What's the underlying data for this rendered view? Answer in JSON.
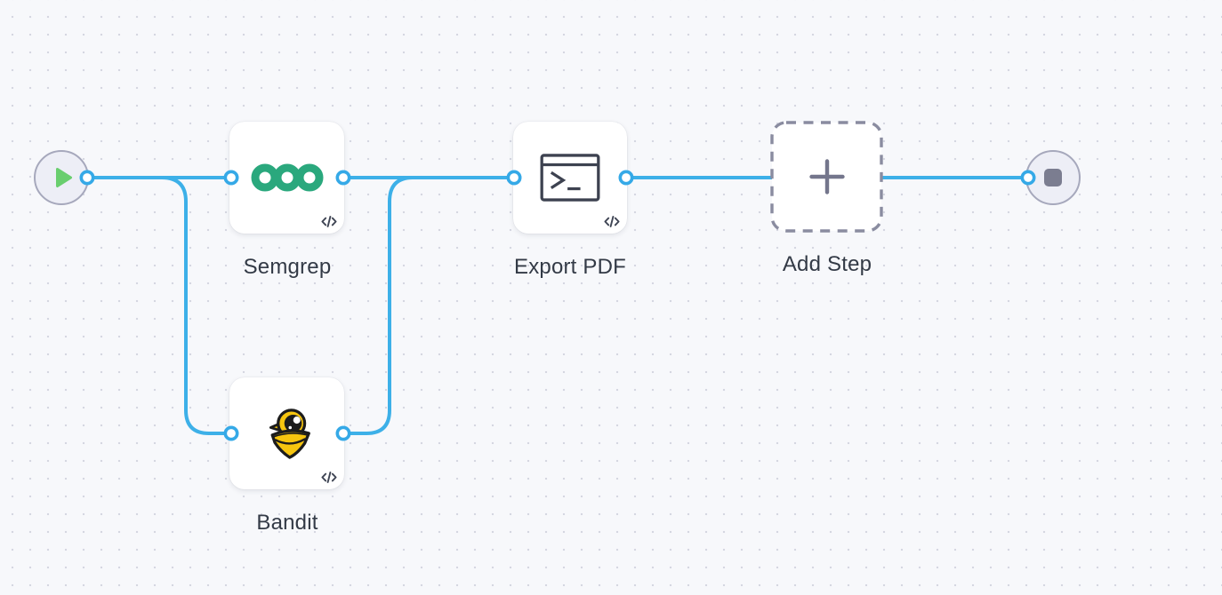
{
  "canvas": {
    "background_color": "#f7f8fb",
    "dot_color": "#d5d7e1",
    "edge_color": "#3db0e8",
    "port_color": "#35a9e7"
  },
  "nodes": {
    "start": {
      "kind": "start-trigger",
      "icon": "play-icon",
      "icon_color": "#69ce6e"
    },
    "semgrep": {
      "label": "Semgrep",
      "icon": "semgrep-logo-icon",
      "logo_color": "#2aa87d",
      "badge_icon": "code-badge-icon"
    },
    "bandit": {
      "label": "Bandit",
      "icon": "bandit-logo-icon",
      "logo_color_yellow": "#f6c50f",
      "logo_color_black": "#1c1c1c",
      "badge_icon": "code-badge-icon"
    },
    "export_pdf": {
      "label": "Export PDF",
      "icon": "terminal-icon",
      "badge_icon": "code-badge-icon"
    },
    "add_step": {
      "label": "Add Step",
      "icon": "plus-icon",
      "border_style": "dashed"
    },
    "end": {
      "kind": "end",
      "icon": "stop-icon",
      "icon_color": "#7b7d90"
    }
  },
  "edges": [
    {
      "from": "start",
      "to": "semgrep"
    },
    {
      "from": "start",
      "to": "bandit"
    },
    {
      "from": "semgrep",
      "to": "export_pdf"
    },
    {
      "from": "bandit",
      "to": "export_pdf"
    },
    {
      "from": "export_pdf",
      "to": "end"
    }
  ]
}
